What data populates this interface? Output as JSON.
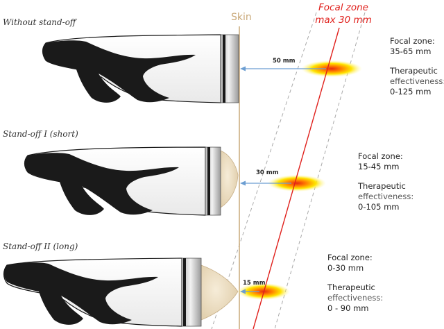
{
  "colors": {
    "skin": "#c9a878",
    "focal_line": "#e0201c",
    "arrow": "#6c9ed2",
    "handle": "#1a1a1a",
    "dashed": "#aaaaaa",
    "standoff_fill": "#f0e4cc",
    "hotspot_core": "#e62a10",
    "hotspot_mid": "#ff8a00",
    "hotspot_outer": "#ffee00"
  },
  "labels": {
    "skin": "Skin",
    "focal_zone_title_line1": "Focal zone",
    "focal_zone_title_line2": "max 30 mm"
  },
  "cases": [
    {
      "title": "Without stand-off",
      "distance": "50 mm",
      "focal_label": "Focal zone:",
      "focal_value": "35-65 mm",
      "therapeutic_label": "Therapeutic",
      "effectiveness_label": "effectiveness:",
      "effectiveness_value": "0-125 mm"
    },
    {
      "title": "Stand-off I (short)",
      "distance": "30 mm",
      "focal_label": "Focal zone:",
      "focal_value": "15-45 mm",
      "therapeutic_label": "Therapeutic",
      "effectiveness_label": "effectiveness:",
      "effectiveness_value": "0-105 mm"
    },
    {
      "title": "Stand-off  II (long)",
      "distance": "15 mm",
      "focal_label": "Focal zone:",
      "focal_value": "0-30 mm",
      "therapeutic_label": "Therapeutic",
      "effectiveness_label": "effectiveness:",
      "effectiveness_value": "0 - 90 mm"
    }
  ]
}
